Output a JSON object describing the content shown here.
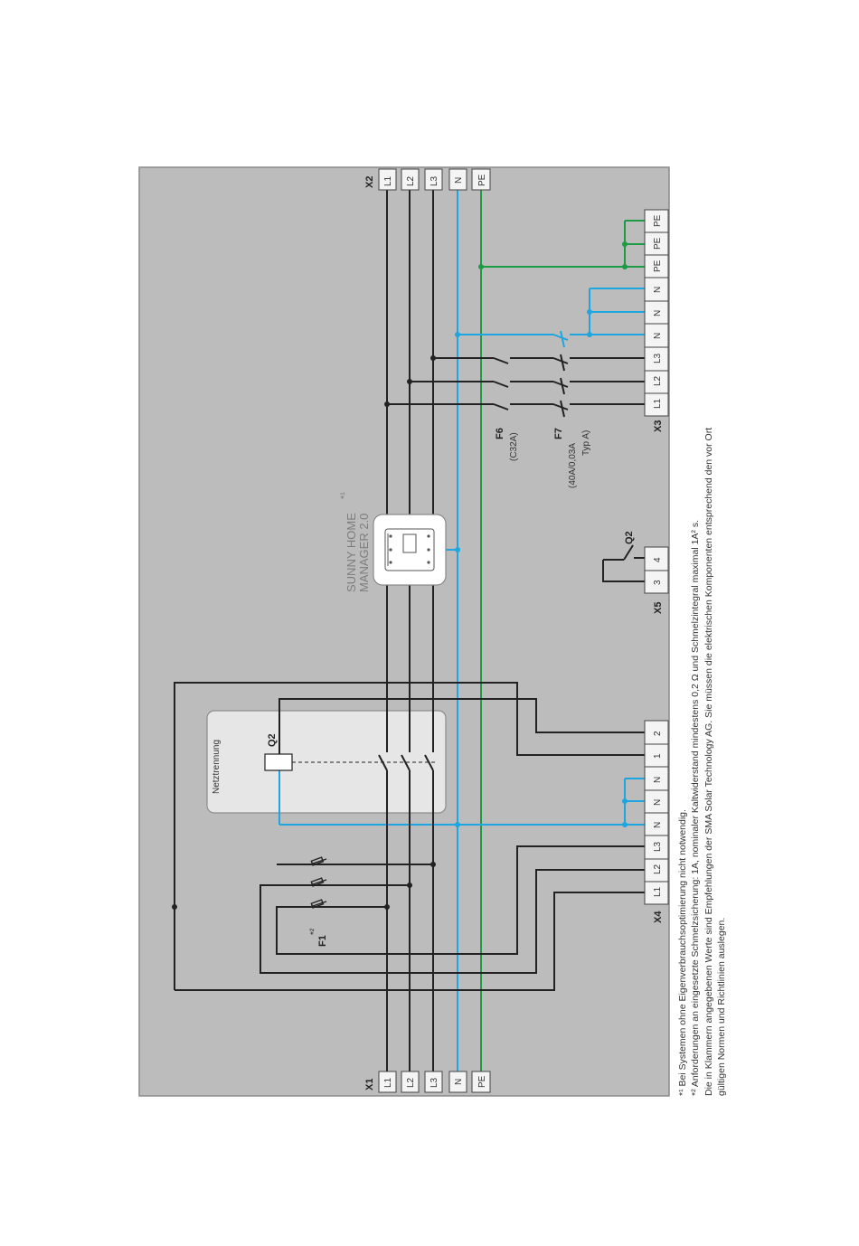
{
  "colors": {
    "panel": "#bdbcbc",
    "panel_border": "#8a8a8a",
    "wire_phase": "#222222",
    "wire_neutral": "#1da6e0",
    "wire_pe": "#1e9b45",
    "terminal_fill": "#f4f4f4",
    "box_fill": "#e6e6e6"
  },
  "terminals": {
    "x1": {
      "name": "X1",
      "pins": [
        "L1",
        "L2",
        "L3",
        "N",
        "PE"
      ]
    },
    "x2": {
      "name": "X2",
      "pins": [
        "L1",
        "L2",
        "L3",
        "N",
        "PE"
      ]
    },
    "x3": {
      "name": "X3",
      "pins": [
        "L1",
        "L2",
        "L3",
        "N",
        "N",
        "N",
        "PE",
        "PE",
        "PE"
      ]
    },
    "x4": {
      "name": "X4",
      "pins": [
        "L1",
        "L2",
        "L3",
        "N",
        "N",
        "N",
        "1",
        "2"
      ]
    },
    "x5": {
      "name": "X5",
      "pins": [
        "3",
        "4"
      ]
    }
  },
  "labels": {
    "netztrennung": "Netztrennung",
    "q2_coil": "Q2",
    "q2_contact": "Q2",
    "shm_line1": "SUNNY HOME",
    "shm_line2": "MANAGER 2.0",
    "shm_note": "*¹",
    "f1": "F1",
    "f1_note": "*²",
    "f6": "F6",
    "f6_rating": "(C32A)",
    "f7": "F7",
    "f7_rating": "(40A/0,03A",
    "f7_type": "Typ A)"
  },
  "footnotes": [
    "*¹ Bei Systemen ohne Eigenverbrauchsoptimierung nicht notwendig.",
    "*² Anforderungen an eingesetzte Schmelzsicherung: 1A, nominaler Kaltwiderstand mindestens 0,2 Ω und Schmelzintegral maximal 1A² s.",
    "Die in Klammern angegebenen Werte sind Empfehlungen der SMA Solar Technology AG. Sie müssen die elektrischen Komponenten entsprechend den vor Ort",
    "gültigen Normen und Richtlinien auslegen."
  ]
}
